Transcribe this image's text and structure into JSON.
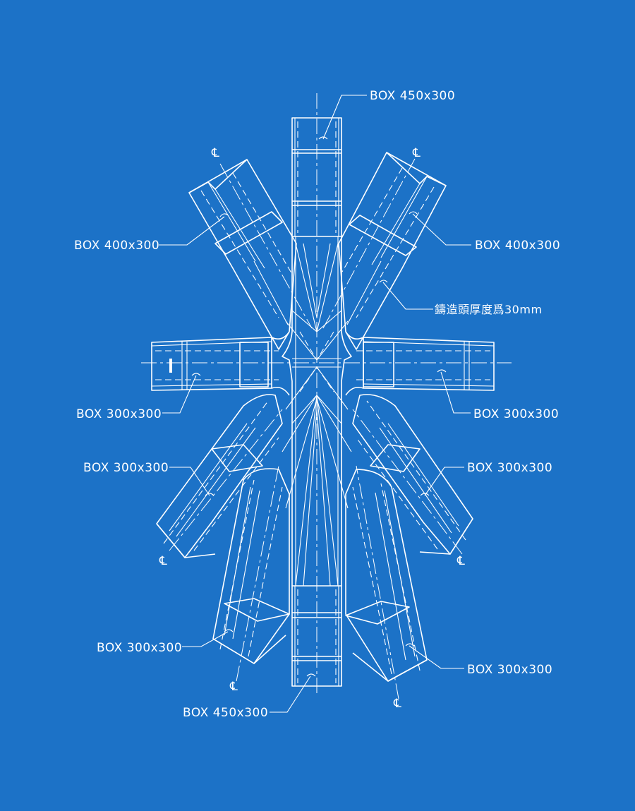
{
  "colors": {
    "background": "#1c72c7",
    "lines": "#ffffff"
  },
  "labels": {
    "top_column": "BOX 450x300",
    "bottom_column": "BOX 450x300",
    "upper_left_brace": "BOX 400x300",
    "upper_right_brace": "BOX 400x300",
    "left_beam": "BOX 300x300",
    "right_beam": "BOX 300x300",
    "lower_left_brace": "BOX 300x300",
    "lower_right_brace": "BOX 300x300",
    "bottom_left_brace": "BOX 300x300",
    "bottom_right_brace": "BOX 300x300",
    "casting_note": "鑄造頭厚度爲30mm"
  },
  "centerline_symbol": "℄"
}
